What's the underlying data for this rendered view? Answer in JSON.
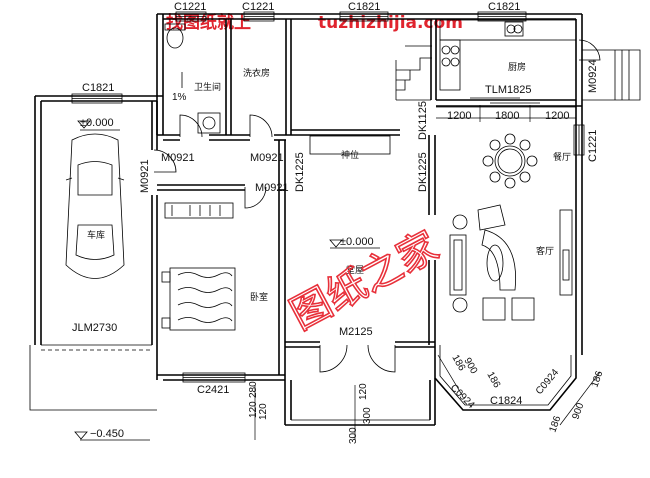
{
  "banner": {
    "cn": "找图纸就上",
    "url": "tuzhizhijia.com"
  },
  "watermark": "图纸之家",
  "window_codes": {
    "top_wc": "C1221",
    "top_laundry": "C1221",
    "top_mid": "C1821",
    "top_kitchen": "C1821",
    "garage": "C1821",
    "dining_right": "C1221",
    "bedroom_bottom": "C2421",
    "bay_front": "C1824",
    "bay_left": "C0924",
    "bay_right": "C0924"
  },
  "door_codes": {
    "wc": "M0921",
    "laundry": "M0921",
    "garage_side": "M0921",
    "bedroom": "M0921",
    "kitchen_side": "M0924",
    "entrance": "M2125",
    "garage": "JLM2730",
    "kitchen_slide": "TLM1825",
    "opening_stair": "DK1125",
    "opening_hall_left": "DK1225",
    "opening_hall_right": "DK1225"
  },
  "rooms": {
    "wc": "卫生间",
    "laundry": "洗衣房",
    "kitchen": "厨房",
    "dining": "餐厅",
    "living": "客厅",
    "hall": "堂屋",
    "bedroom": "卧室",
    "garage": "车库",
    "shrine": "神位"
  },
  "levels": {
    "garage": "±0.000",
    "hall": "±0.000",
    "outside": "−0.450"
  },
  "slope": "1%",
  "dims": {
    "top_row": [
      "1200",
      "1800",
      "1200"
    ],
    "bay_left": [
      "186",
      "900",
      "186"
    ],
    "bay_right": [
      "186",
      "900",
      "186"
    ],
    "porch": [
      "120",
      "280",
      "120",
      "300",
      "300",
      "120"
    ]
  },
  "colors": {
    "banner": "#e0242e",
    "watermark": "#e8303a",
    "line": "#000000"
  }
}
